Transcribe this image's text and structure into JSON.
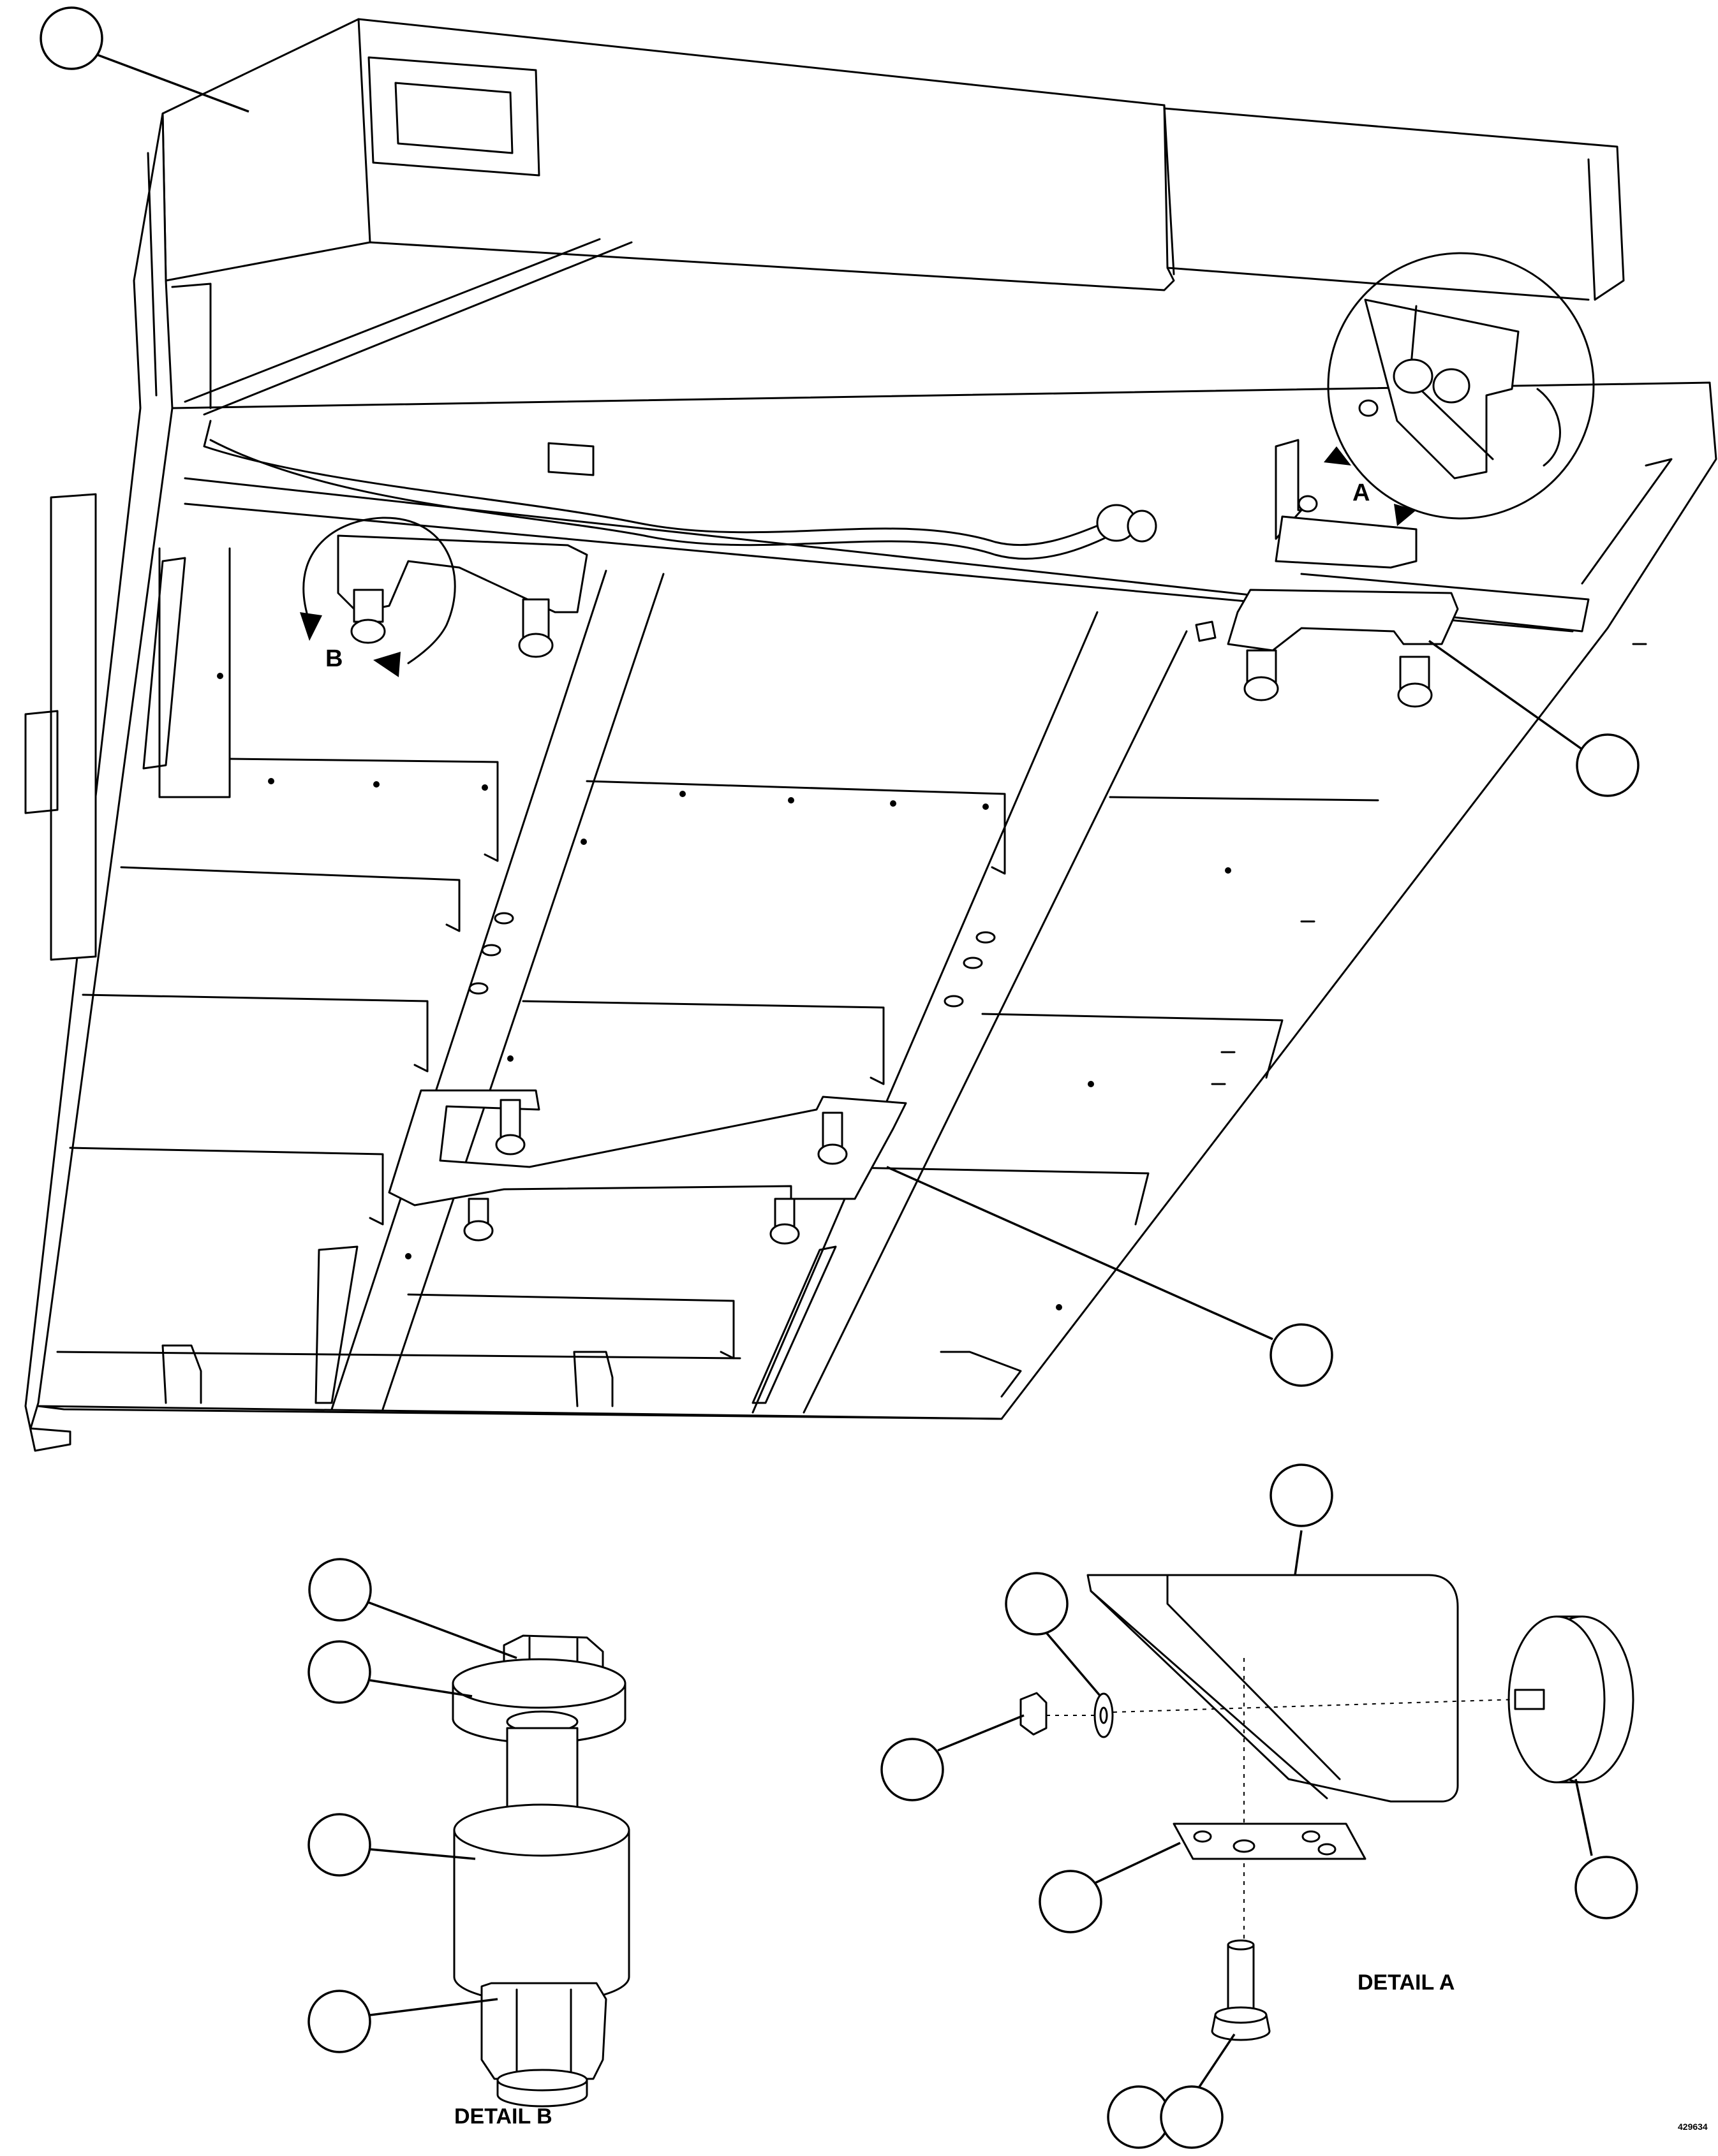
{
  "detail_markers": {
    "a": "A",
    "b": "B"
  },
  "detail_titles": {
    "a": "DETAIL A",
    "b": "DETAIL B"
  },
  "figure_code": "429634"
}
